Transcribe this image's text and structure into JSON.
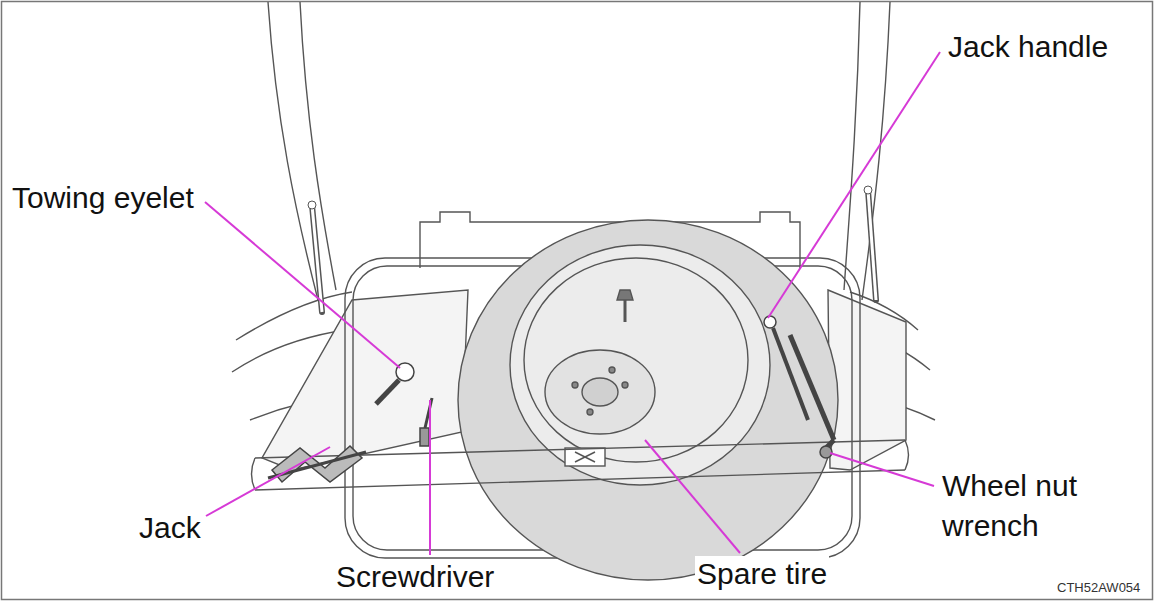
{
  "diagram": {
    "labels": [
      "Towing eyelet",
      "Jack handle",
      "Jack",
      "Screwdriver",
      "Spare tire",
      "Wheel nut wrench",
      "CTH52AW054"
    ]
  }
}
